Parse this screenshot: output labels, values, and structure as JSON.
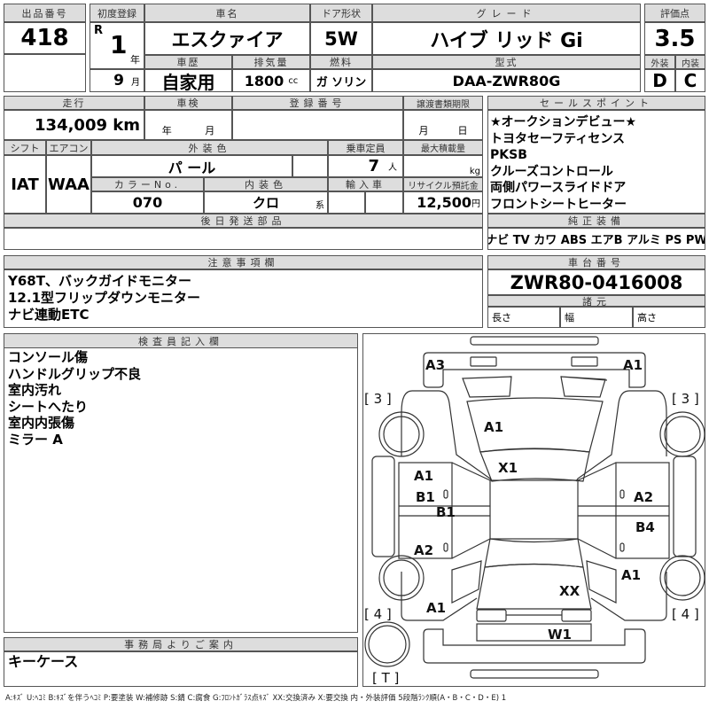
{
  "lot": {
    "label": "出品番号",
    "value": "418"
  },
  "first_reg": {
    "label": "初度登録",
    "era": "R",
    "year": "1",
    "year_unit": "年",
    "month": "9",
    "month_unit": "月"
  },
  "car_name": {
    "label": "車名",
    "value": "エスクァイア"
  },
  "door": {
    "label": "ドア形状",
    "value": "5W"
  },
  "grade": {
    "label": "グレード",
    "value": "ハイブ リッド Gi"
  },
  "history": {
    "label": "車歴",
    "value": "自家用"
  },
  "displacement": {
    "label": "排気量",
    "value": "1800",
    "unit": "cc"
  },
  "fuel": {
    "label": "燃料",
    "value": "ガ ソリン"
  },
  "model": {
    "label": "型式",
    "value": "DAA-ZWR80G"
  },
  "score": {
    "label": "評価点",
    "value": "3.5",
    "ext_label": "外装",
    "int_label": "内装",
    "ext": "D",
    "int": "C"
  },
  "mileage": {
    "label": "走行",
    "value": "134,009 km"
  },
  "inspection": {
    "label": "車検",
    "year_unit": "年",
    "month_unit": "月"
  },
  "reg_number": {
    "label": "登録番号"
  },
  "transfer": {
    "label": "譲渡書類期限",
    "month_unit": "月",
    "day_unit": "日"
  },
  "shift": {
    "label": "シフト",
    "value": "IAT"
  },
  "ac": {
    "label": "エアコン",
    "value": "WAA"
  },
  "ext_color": {
    "label": "外装色",
    "value": "パ ール"
  },
  "capacity": {
    "label": "乗車定員",
    "value": "7",
    "unit": "人"
  },
  "max_load": {
    "label": "最大積載量",
    "unit": "kg"
  },
  "color_no": {
    "label": "カラーNo.",
    "value": "070"
  },
  "int_color": {
    "label": "内装色",
    "value": "クロ",
    "unit": "系"
  },
  "import": {
    "label": "輸入車"
  },
  "recycle": {
    "label": "リサイクル預託金",
    "value": "12,500",
    "unit": "円"
  },
  "later_parts": {
    "label": "後日発送部品"
  },
  "sales_points": {
    "label": "セールスポイント",
    "items": [
      "★オークションデビュー★",
      "トヨタセーフティセンス",
      "PKSB",
      "クルーズコントロール",
      "両側パワースライドドア",
      "フロントシートヒーター"
    ]
  },
  "equipment": {
    "label": "純正装備",
    "value": "ナビ TV カワ ABS エアB アルミ PS PW"
  },
  "notes": {
    "label": "注意事項欄",
    "items": [
      "Y68T、バックガイドモニター",
      "12.1型フリップダウンモニター",
      "ナビ連動ETC"
    ]
  },
  "chassis": {
    "label": "車台番号",
    "value": "ZWR80-0416008"
  },
  "specs": {
    "label": "諸元",
    "length": "長さ",
    "width": "幅",
    "height": "高さ"
  },
  "inspector": {
    "label": "検査員記入欄",
    "items": [
      "コンソール傷",
      "ハンドルグリップ不良",
      "室内汚れ",
      "シートへたり",
      "室内内張傷",
      "ミラー A"
    ]
  },
  "office": {
    "label": "事務局よりご案内",
    "value": "キーケース"
  },
  "diagram": {
    "marks": [
      "A3",
      "A1",
      "A1",
      "X1",
      "A1",
      "B1",
      "B1",
      "A2",
      "A2",
      "B4",
      "A1",
      "XX",
      "A1",
      "W1"
    ],
    "tires": [
      "[ 3 ]",
      "[ 3 ]",
      "[ 4 ]",
      "[ 4 ]",
      "[ T ]"
    ]
  },
  "legend": "A:ｷｽﾞ U:ﾍｺﾐ B:ｷｽﾞを伴うﾍｺﾐ P:要塗装 W:補修跡 S:錆 C:腐食 G:ﾌﾛﾝﾄｶﾞﾗｽ点ｷｽﾞ XX:交換済み X:要交換 内・外装評価 5段階ﾗﾝｸ順(A・B・C・D・E) 1"
}
